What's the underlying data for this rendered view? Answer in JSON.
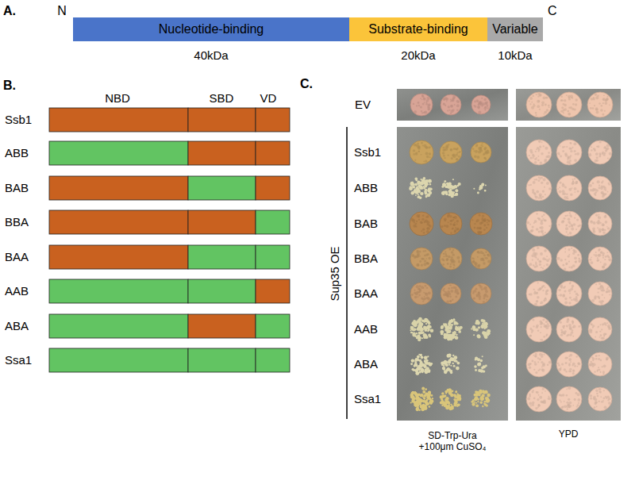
{
  "diagram": {
    "nodes": [
      {
        "text": [
          "Nucleotide-binding"
        ]
      },
      {
        "text": [
          "Substrate-binding"
        ]
      },
      {
        "text": [
          "Variable"
        ]
      }
    ],
    "labels": [
      "A.",
      "N",
      "C",
      "40kDa",
      "20kDa",
      "10kDa",
      "B.",
      "NBD",
      "SBD",
      "VD",
      "Ssb1",
      "ABB",
      "BAB",
      "BBA",
      "BAA",
      "AAB",
      "ABA",
      "Ssa1",
      "C.",
      "EV",
      "Sup35 OE",
      "Ssb1",
      "ABB",
      "BAB",
      "BBA",
      "BAA",
      "AAB",
      "ABA",
      "Ssa1",
      "SD-Trp-Ura +100μm CuSO₄",
      "YPD"
    ]
  }
}
